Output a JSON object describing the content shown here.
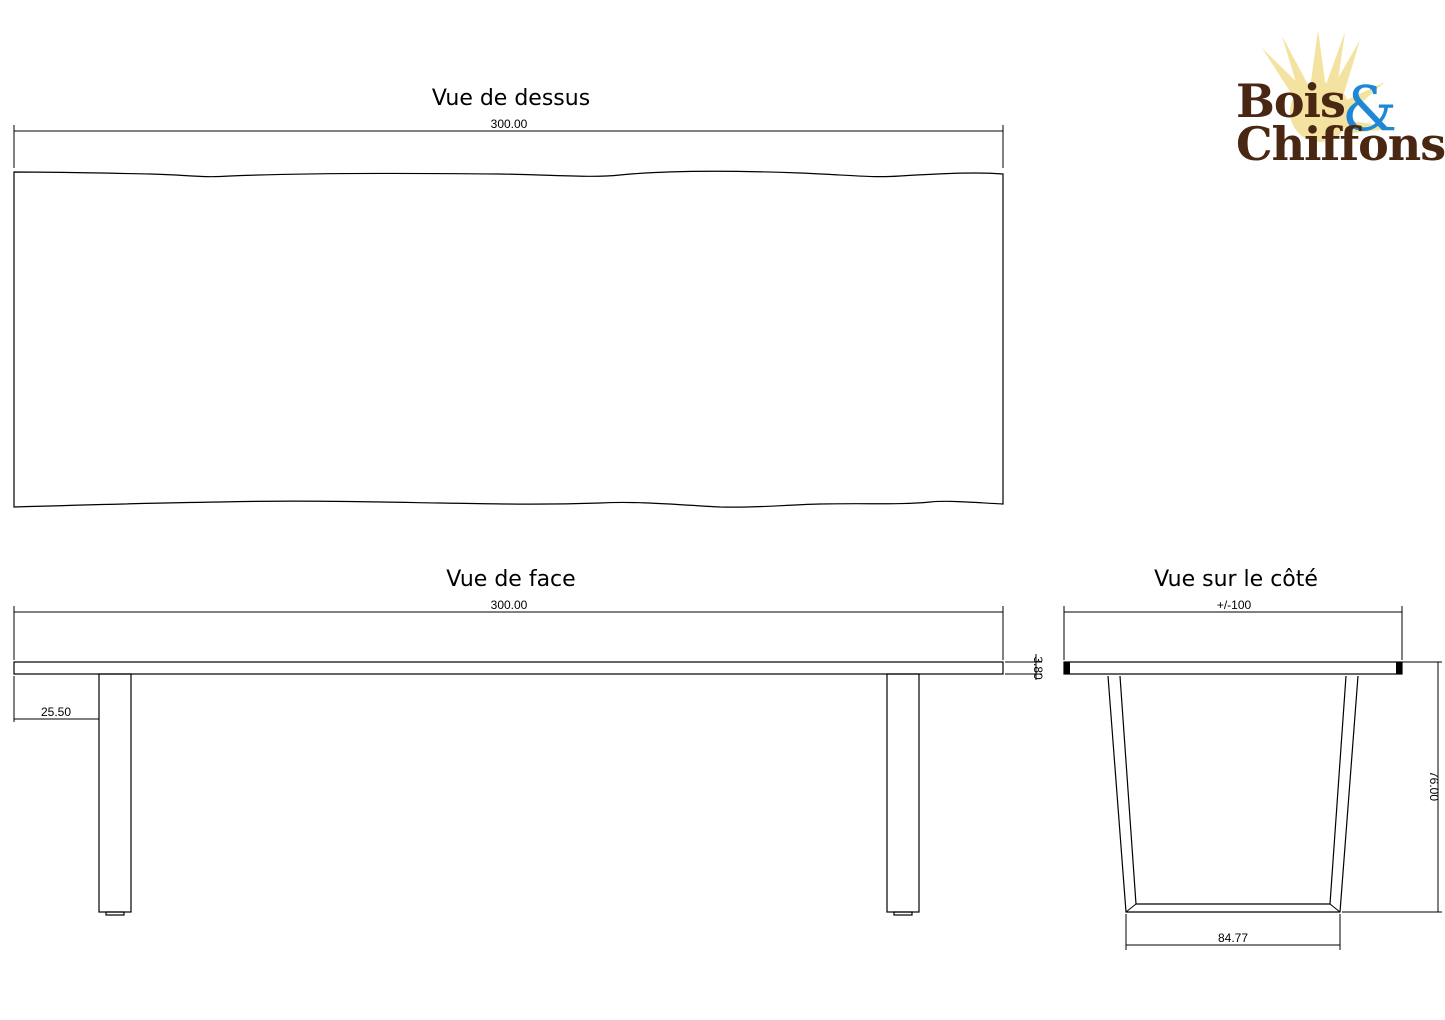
{
  "views": {
    "top": {
      "title": "Vue de dessus",
      "length_label": "300.00"
    },
    "front": {
      "title": "Vue de face",
      "length_label": "300.00",
      "thickness_label": "3.80",
      "leg_offset_label": "25.50"
    },
    "side": {
      "title": "Vue sur le côté",
      "width_label": "+/-100",
      "height_label": "76.00",
      "base_label": "84.77"
    }
  },
  "logo": {
    "line1": "Bois",
    "amp": "&",
    "line2": "Chiffons",
    "colors": {
      "text": "#4a2713",
      "amp": "#1f88d6",
      "sun": "#f4e3a0"
    }
  }
}
